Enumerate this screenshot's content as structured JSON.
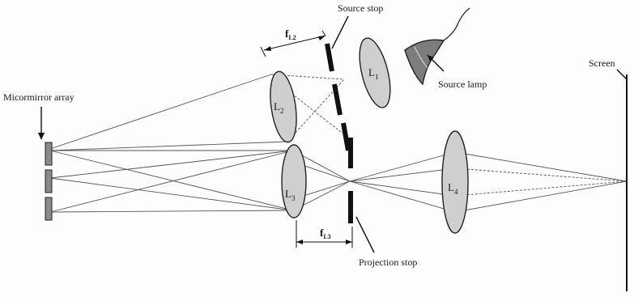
{
  "labels": {
    "micromirror_array": "Micormirror array",
    "source_stop": "Source stop",
    "source_lamp": "Source lamp",
    "screen": "Screen",
    "projection_stop": "Projection stop",
    "f_l2": {
      "main": "f",
      "sub": "L2"
    },
    "f_l3": {
      "main": "f",
      "sub": "L3"
    },
    "lens_l1": {
      "main": "L",
      "sub": "1"
    },
    "lens_l2": {
      "main": "L",
      "sub": "2"
    },
    "lens_l3": {
      "main": "L",
      "sub": "3"
    },
    "lens_l4": {
      "main": "L",
      "sub": "4"
    }
  },
  "colors": {
    "lens_fill": "#cfcfcf",
    "mirror_fill": "#8a8a8a",
    "lamp_fill": "#7d7d7d",
    "ray": "#555555",
    "ink": "#111111"
  }
}
